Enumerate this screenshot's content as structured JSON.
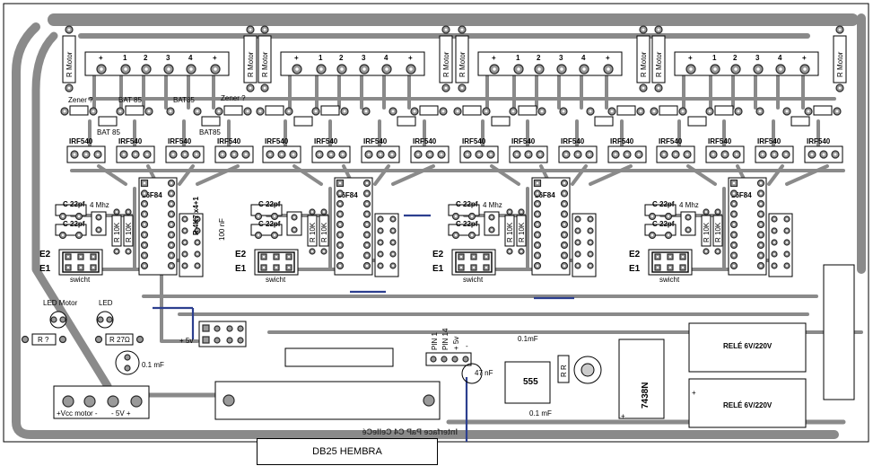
{
  "board": {
    "footer_label": "Interface PaP C4 CelleCé",
    "connector_label": "DB25 HEMBRA"
  },
  "colors": {
    "copper": "#8a8a8a",
    "pad": "#9a9a9a",
    "jumper": "#2c3f8f",
    "background": "#ffffff"
  },
  "modules": [
    {
      "pins": [
        "+",
        "1",
        "2",
        "3",
        "4",
        "+"
      ],
      "mosfet": "IRF540",
      "pic": "16F84",
      "cap": "C 22pf",
      "xtal": "4 Mhz",
      "res": "R 10K",
      "switch": "swicht",
      "e2": "E2",
      "e1": "E1",
      "rmotor": "R Motor"
    },
    {
      "pins": [
        "+",
        "1",
        "2",
        "3",
        "4",
        "+"
      ],
      "mosfet": "IRF540",
      "pic": "16F84",
      "cap": "C 22pf",
      "xtal": "",
      "res": "R 10K",
      "switch": "swicht",
      "e2": "E2",
      "e1": "E1",
      "rmotor": "R Motor"
    },
    {
      "pins": [
        "+",
        "1",
        "2",
        "3",
        "4",
        "+"
      ],
      "mosfet": "IRF540",
      "pic": "16F84",
      "cap": "C 22pf",
      "xtal": "4 Mhz",
      "res": "R 10K",
      "switch": "swicht",
      "e2": "E2",
      "e1": "E1",
      "rmotor": "R Motor"
    },
    {
      "pins": [
        "+",
        "1",
        "2",
        "3",
        "4",
        "+"
      ],
      "mosfet": "IRF540",
      "pic": "16F84",
      "cap": "C 22pf",
      "xtal": "4 Mhz",
      "res": "R 10K",
      "switch": "swicht",
      "e2": "E2",
      "e1": "E1",
      "rmotor": "R Motor"
    }
  ],
  "module1_extras": {
    "zener_left": "Zener ?",
    "zener_right": "Zener ?",
    "bat1": "BAT 85",
    "bat2": "BAT 85",
    "bat3": "BAT85",
    "bat4": "BAT85",
    "r4k7": "R 4K7 x4+1",
    "cap100n": "100 nF"
  },
  "power": {
    "led_motor": "LED Motor",
    "led": "LED",
    "r_a": "R ?",
    "r_b": "R 27Ω",
    "cap_01": "0.1 mF",
    "vcc_motor": "+Vcc motor -",
    "v5": "- 5V +",
    "plus_5v": "+ 5v"
  },
  "bottom": {
    "pin1": "PIN 1",
    "pin14": "PIN 14",
    "plus5": "+ 5v",
    "minus": "-",
    "cap_01_top": "0.1mF",
    "cap_47": "47 nF",
    "ic555": "555",
    "cap_01_bottom": "0.1 mF",
    "rr": "R R",
    "ic7438": "7438N",
    "rele1": "RELÉ 6V/220V",
    "rele2": "RELÉ 6V/220V",
    "minus_sign": "—",
    "plus_sign": "+",
    "plus_small": "+"
  }
}
